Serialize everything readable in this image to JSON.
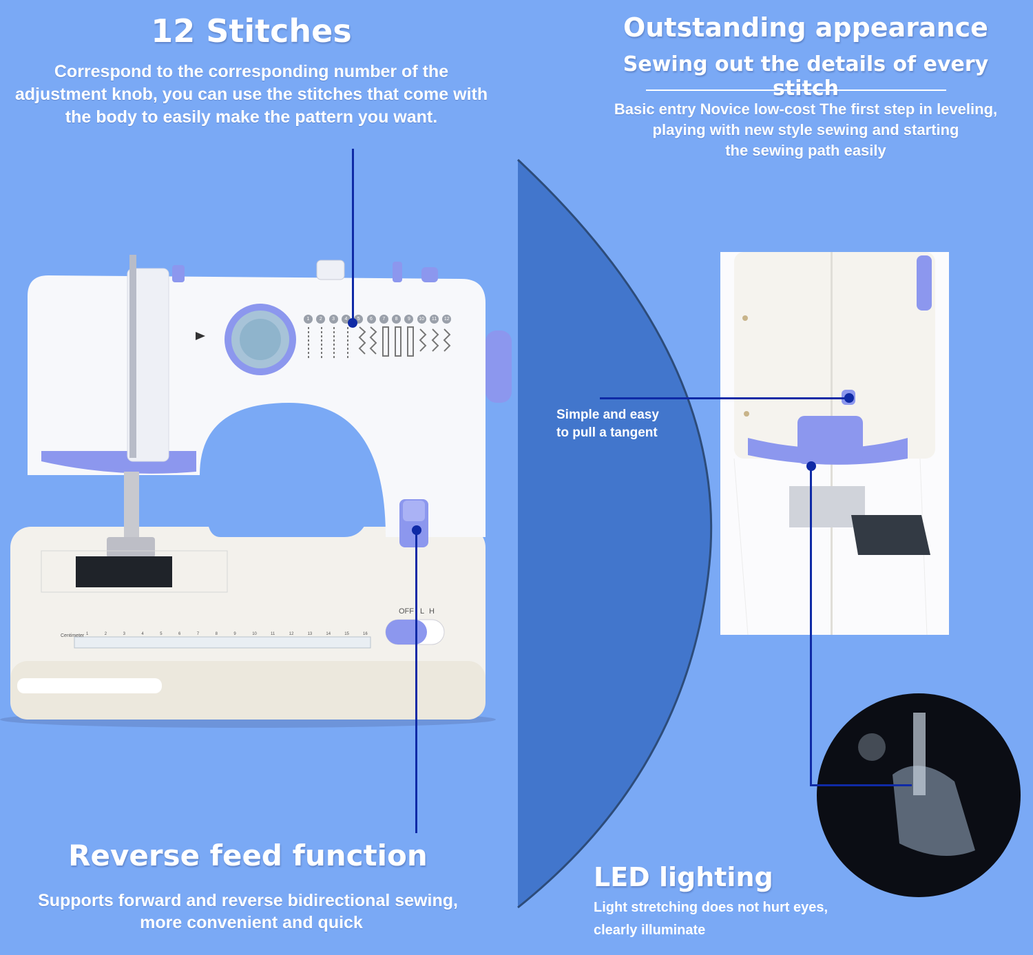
{
  "colors": {
    "background": "#7aa9f5",
    "arc_panel": "#4276cc",
    "callout_line": "#0f2aa6",
    "machine_body": "#f4f6fb",
    "machine_accent": "#8c97ee"
  },
  "stitches": {
    "title": "12 Stitches",
    "body": "Correspond to the corresponding number of the adjustment knob,  you can use the stitches that come with the body to easily make the pattern you want."
  },
  "appearance": {
    "title": "Outstanding appearance",
    "subtitle": "Sewing out the details of every stitch",
    "body_line1": "Basic entry Novice low-cost The first step in leveling,",
    "body_line2": "playing with new style sewing and starting",
    "body_line3": "the sewing path easily"
  },
  "tangent": {
    "line1": "Simple and easy",
    "line2": "to pull a tangent"
  },
  "reverse": {
    "title": "Reverse feed function",
    "line1": "Supports forward and reverse bidirectional sewing,",
    "line2": "more  convenient and quick"
  },
  "led": {
    "title": "LED lighting",
    "line1": "Light stretching does not  hurt eyes,",
    "line2": "clearly illuminate"
  },
  "machine": {
    "dial_numbers": [
      "1",
      "2",
      "3",
      "4",
      "5",
      "6",
      "7",
      "8",
      "9",
      "10",
      "11",
      "12"
    ],
    "switch_label_off": "OFF",
    "switch_label_l": "L",
    "switch_label_h": "H",
    "ruler_label": "Centimeter",
    "ruler_numbers": [
      "1",
      "2",
      "3",
      "4",
      "5",
      "6",
      "7",
      "8",
      "9",
      "10",
      "11",
      "12",
      "13",
      "14",
      "15",
      "16"
    ]
  }
}
